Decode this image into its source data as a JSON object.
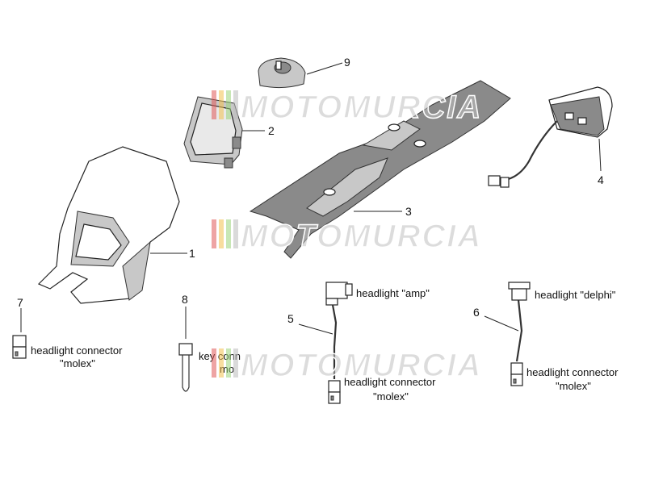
{
  "watermark": {
    "text": "MOTOMURCIA",
    "stripe_colors": [
      "#e05a5a",
      "#f2c14e",
      "#9bd37a",
      "#bbbbbb"
    ]
  },
  "callouts": {
    "n1": "1",
    "n2": "2",
    "n3": "3",
    "n4": "4",
    "n5": "5",
    "n6": "6",
    "n7": "7",
    "n8": "8",
    "n9": "9"
  },
  "labels": {
    "amp": "headlight \"amp\"",
    "delphi": "headlight \"delphi\"",
    "connector_line1": "headlight connector",
    "connector_line2": "\"molex\"",
    "key_partial": "key conn",
    "key_partial2": "mo"
  }
}
